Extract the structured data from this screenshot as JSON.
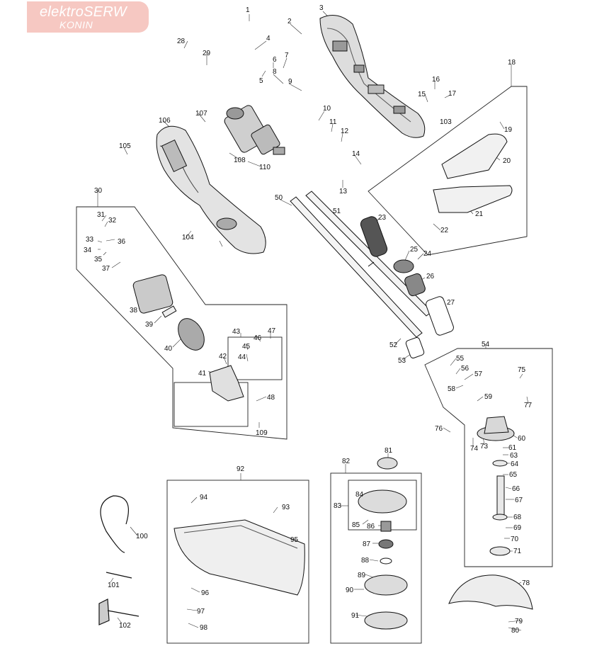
{
  "logo": {
    "brand": "elektroSERW",
    "city": "KONIN"
  },
  "part_numbers": [
    "1",
    "2",
    "3",
    "4",
    "5",
    "6",
    "7",
    "8",
    "9",
    "10",
    "11",
    "12",
    "13",
    "14",
    "15",
    "16",
    "17",
    "18",
    "19",
    "20",
    "21",
    "22",
    "23",
    "24",
    "25",
    "26",
    "27",
    "28",
    "29",
    "30",
    "31",
    "32",
    "33",
    "34",
    "35",
    "36",
    "37",
    "38",
    "39",
    "40",
    "41",
    "42",
    "43",
    "44",
    "45",
    "46",
    "47",
    "48",
    "50",
    "51",
    "52",
    "53",
    "54",
    "55",
    "56",
    "57",
    "58",
    "59",
    "60",
    "61",
    "63",
    "64",
    "65",
    "66",
    "67",
    "68",
    "69",
    "70",
    "71",
    "73",
    "74",
    "75",
    "76",
    "77",
    "78",
    "79",
    "80",
    "81",
    "82",
    "83",
    "84",
    "85",
    "86",
    "87",
    "88",
    "89",
    "90",
    "91",
    "92",
    "93",
    "94",
    "95",
    "96",
    "97",
    "98",
    "100",
    "101",
    "102",
    "103",
    "104",
    "105",
    "106",
    "107",
    "108",
    "109",
    "110"
  ]
}
